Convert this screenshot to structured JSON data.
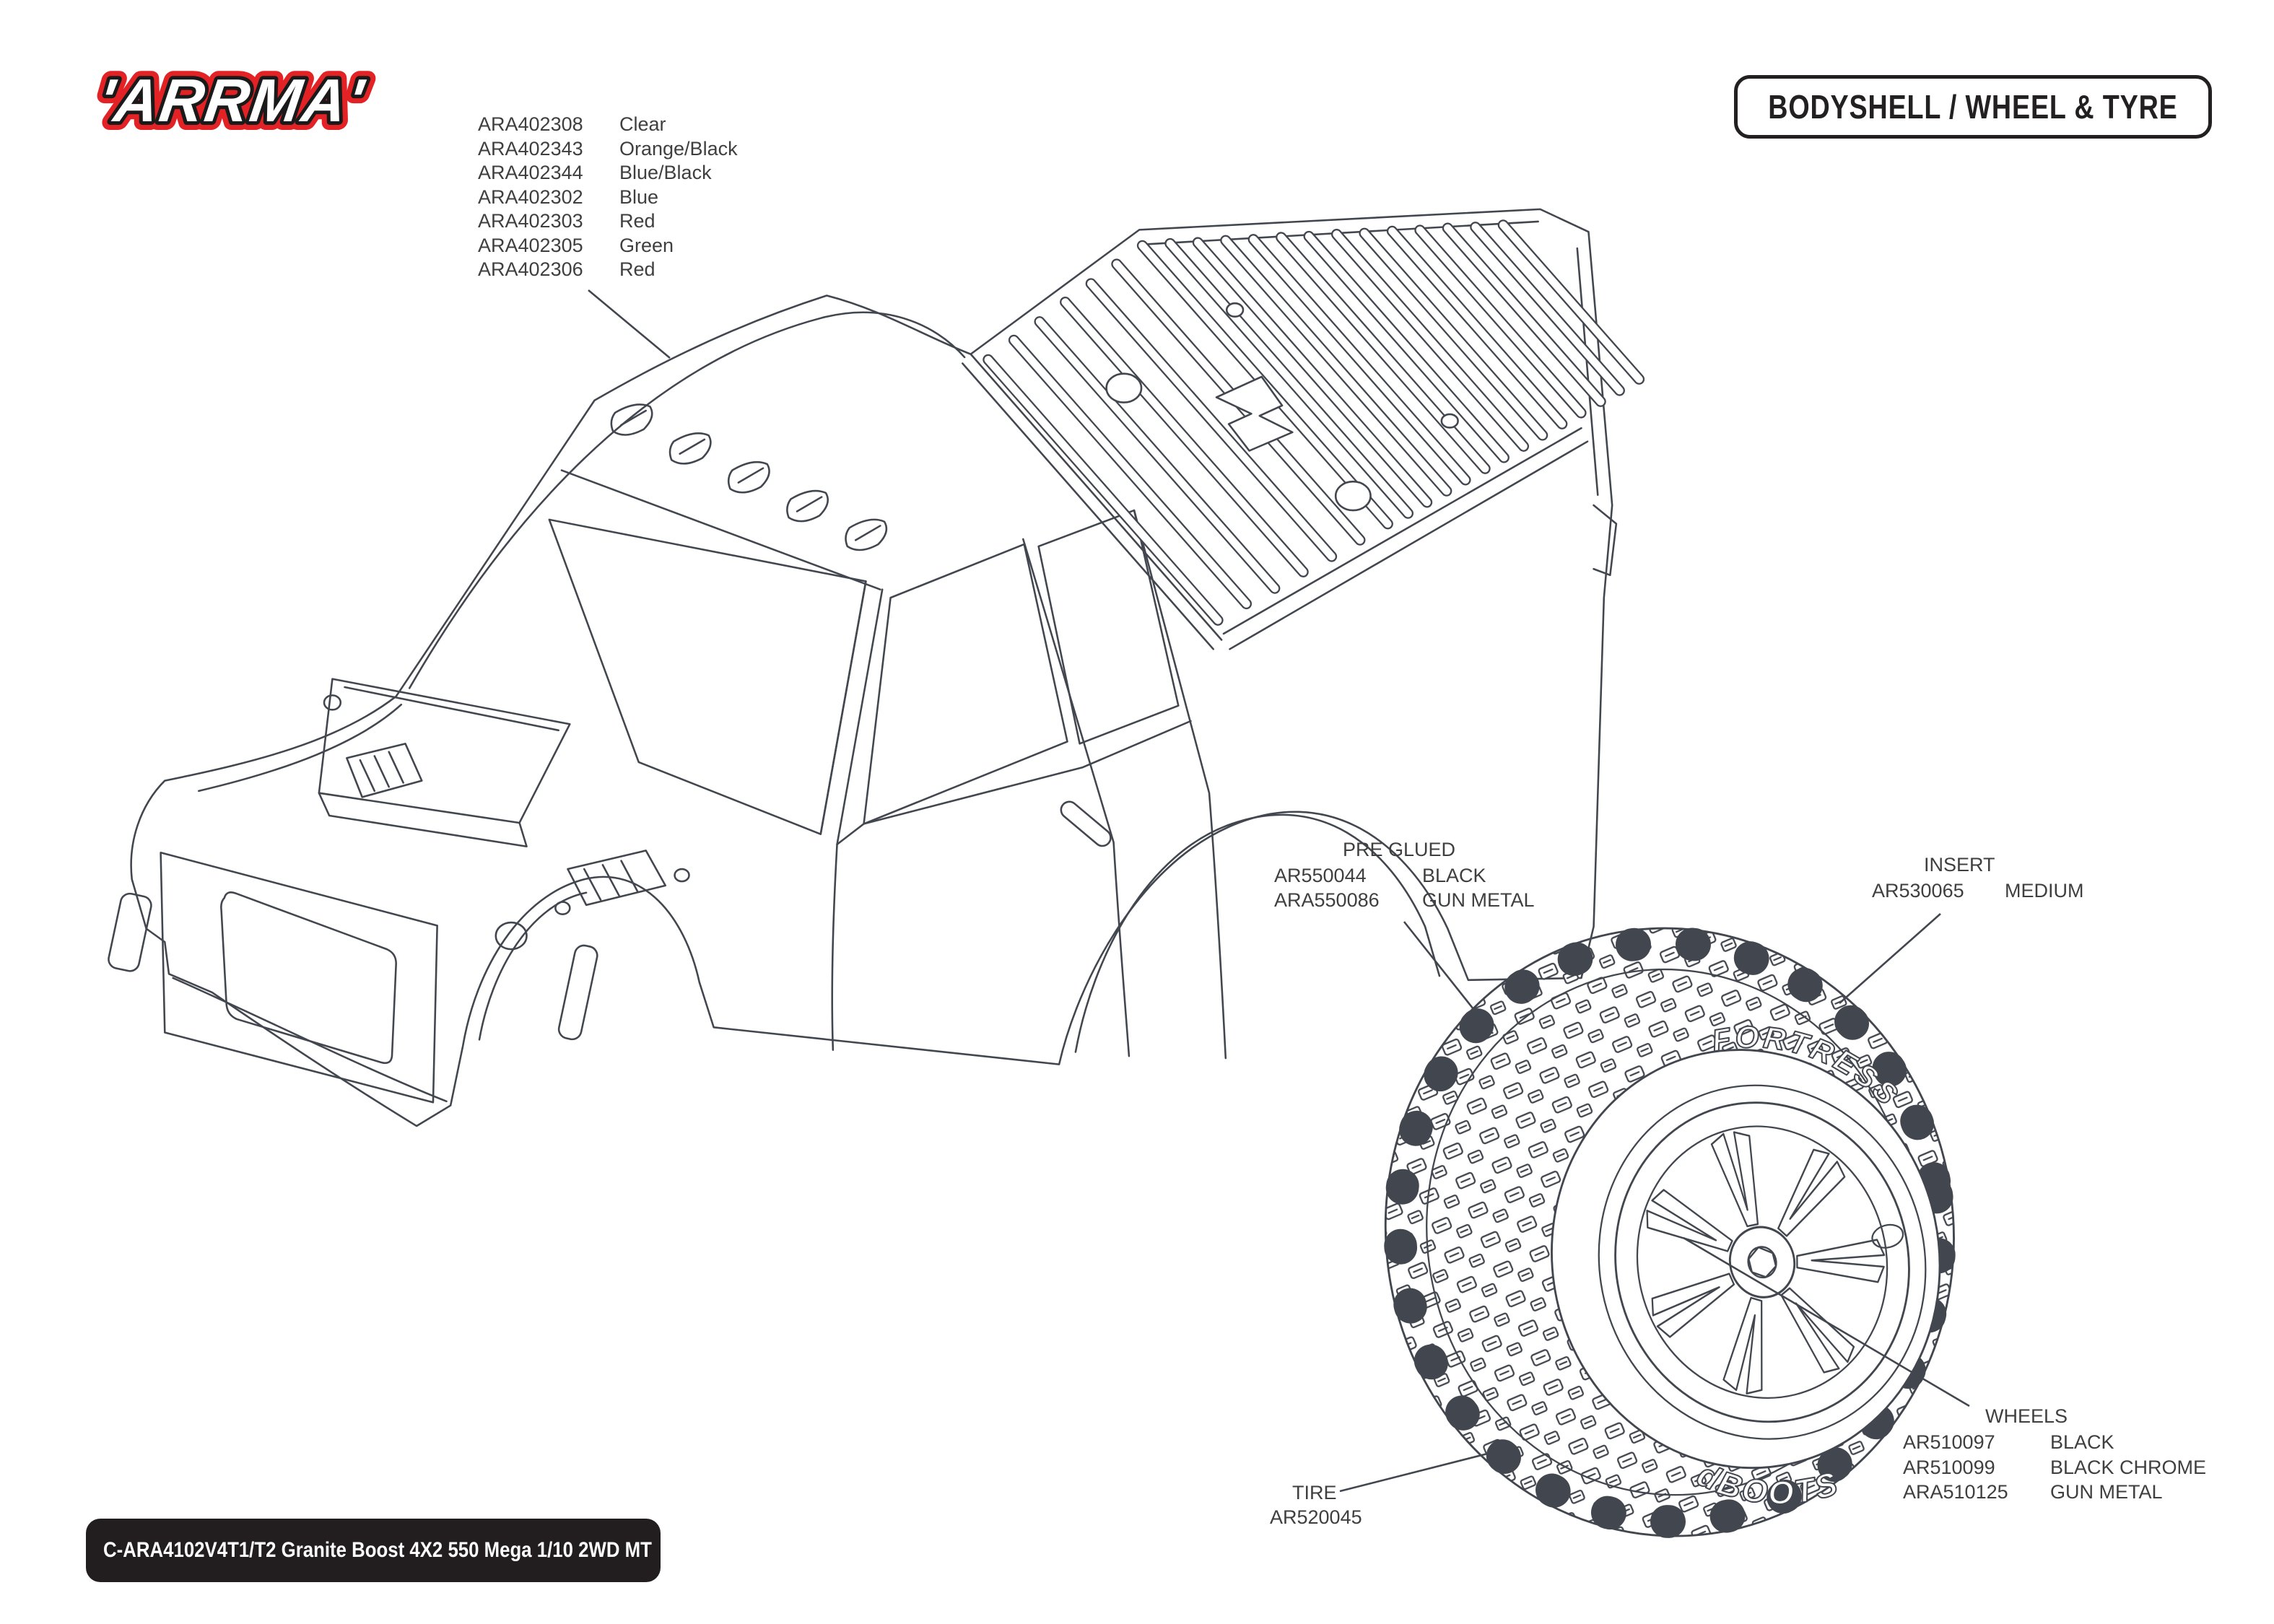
{
  "page": {
    "brand": "ARRMA",
    "logo_text": "'ARRMA'",
    "title": "BODYSHELL / WHEEL & TYRE",
    "footer": "C-ARA4102V4T1/T2 Granite Boost 4X2 550 Mega 1/10 2WD MT"
  },
  "colors": {
    "line": "#42464e",
    "text": "#3f3f3f",
    "logo_red": "#e32226",
    "logo_outline": "#1a1a1a",
    "footer_bg": "#221e1f",
    "title_text": "#232022"
  },
  "bodyshell_parts": {
    "rows": [
      {
        "code": "ARA402308",
        "color": "Clear"
      },
      {
        "code": "ARA402343",
        "color": "Orange/Black"
      },
      {
        "code": "ARA402344",
        "color": "Blue/Black"
      },
      {
        "code": "ARA402302",
        "color": "Blue"
      },
      {
        "code": "ARA402303",
        "color": "Red"
      },
      {
        "code": "ARA402305",
        "color": "Green"
      },
      {
        "code": "ARA402306",
        "color": "Red"
      }
    ]
  },
  "callouts": {
    "pre_glued": {
      "title": "PRE GLUED",
      "rows": [
        {
          "code": "AR550044",
          "finish": "BLACK"
        },
        {
          "code": "ARA550086",
          "finish": "GUN METAL"
        }
      ]
    },
    "insert": {
      "title": "INSERT",
      "rows": [
        {
          "code": "AR530065",
          "finish": "MEDIUM"
        }
      ]
    },
    "wheels": {
      "title": "WHEELS",
      "rows": [
        {
          "code": "AR510097",
          "finish": "BLACK"
        },
        {
          "code": "AR510099",
          "finish": "BLACK CHROME"
        },
        {
          "code": "ARA510125",
          "finish": "GUN METAL"
        }
      ]
    },
    "tire": {
      "title": "TIRE",
      "rows": [
        {
          "code": "AR520045",
          "finish": ""
        }
      ]
    }
  },
  "tire_sidewall": {
    "brand": "dBOOTS",
    "model": "FORTRESS"
  }
}
